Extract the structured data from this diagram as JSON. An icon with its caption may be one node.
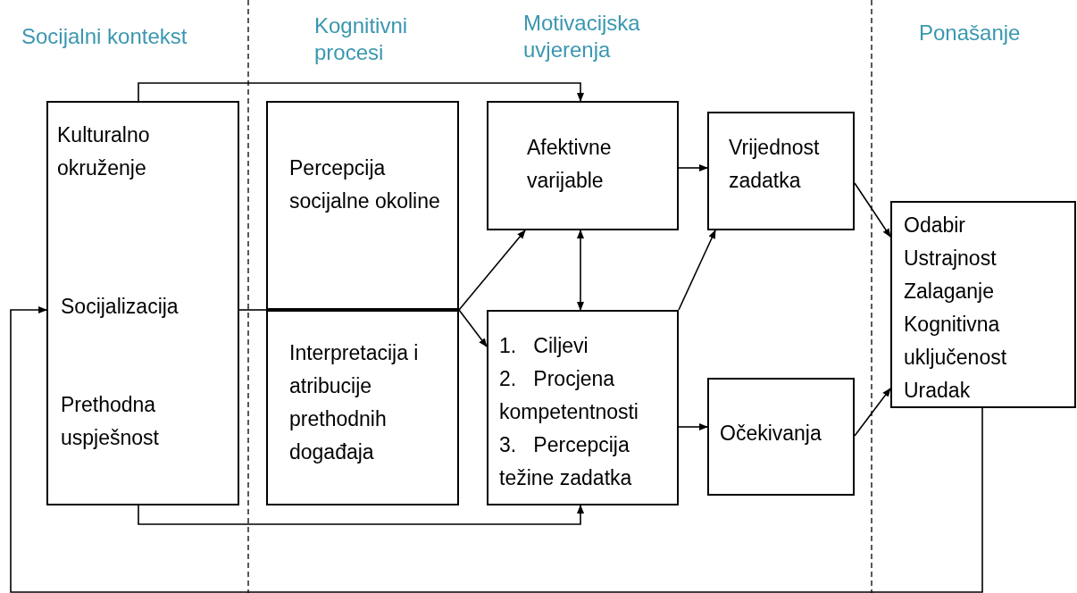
{
  "diagram": {
    "nodes": [
      {
        "text": [
          "Kulturalno okruženje",
          "Socijalizacija",
          "Prethodna uspješnost"
        ]
      },
      {
        "text": [
          "Percepcija socijalne okoline"
        ]
      },
      {
        "text": [
          "Interpretacija i atribucije prethodnih događaja"
        ]
      },
      {
        "text": [
          "Afektivne varijable"
        ]
      },
      {
        "text": [
          "Vrijednost zadatka"
        ]
      },
      {
        "text": [
          "1.   Ciljevi",
          "2.   Procjena kompetentnosti",
          "3.   Percepcija težine zadatka"
        ]
      },
      {
        "text": [
          "Očekivanja"
        ]
      },
      {
        "text": [
          "Odabir",
          "Ustrajnost",
          "Zalaganje",
          "Kognitivna uključenost",
          "Uradak"
        ]
      }
    ],
    "edges": [
      {
        "from": 0,
        "to": 1,
        "arrow": "none"
      },
      {
        "from": 1,
        "to": 3,
        "arrow": "to"
      },
      {
        "from": 2,
        "to": 5,
        "arrow": "to"
      },
      {
        "from": 0,
        "to": 3,
        "arrow": "to"
      },
      {
        "from": 0,
        "to": 5,
        "arrow": "to"
      },
      {
        "from": 3,
        "to": 4,
        "arrow": "to"
      },
      {
        "from": 3,
        "to": 5,
        "arrow": "both"
      },
      {
        "from": 5,
        "to": 4,
        "arrow": "to"
      },
      {
        "from": 5,
        "to": 6,
        "arrow": "to"
      },
      {
        "from": 4,
        "to": 7,
        "arrow": "to"
      },
      {
        "from": 6,
        "to": 7,
        "arrow": "to"
      },
      {
        "from": 7,
        "to": 0,
        "arrow": "to"
      }
    ],
    "labels": [
      "Socijalni kontekst",
      "Kognitivni procesi",
      "Motivacijska uvjerenja",
      "Ponašanje"
    ]
  }
}
